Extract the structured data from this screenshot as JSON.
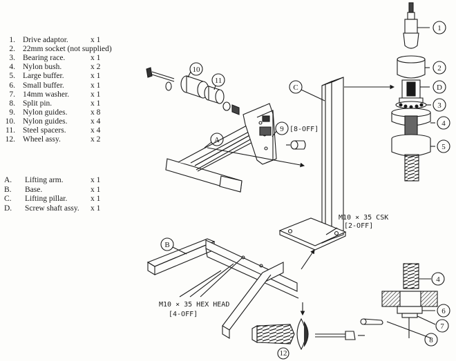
{
  "parts_list": [
    {
      "num": "1.",
      "name": "Drive adaptor.",
      "qty": "x 1"
    },
    {
      "num": "2.",
      "name": "22mm socket (not supplied)",
      "qty": ""
    },
    {
      "num": "3.",
      "name": "Bearing race.",
      "qty": "x 1"
    },
    {
      "num": "4.",
      "name": "Nylon bush.",
      "qty": "x 2"
    },
    {
      "num": "5.",
      "name": "Large buffer.",
      "qty": "x 1"
    },
    {
      "num": "6.",
      "name": "Small buffer.",
      "qty": "x 1"
    },
    {
      "num": "7.",
      "name": "14mm washer.",
      "qty": "x 1"
    },
    {
      "num": "8.",
      "name": "Split pin.",
      "qty": "x 1"
    },
    {
      "num": "9.",
      "name": "Nylon guides.",
      "qty": "x 8"
    },
    {
      "num": "10.",
      "name": "Nylon guides.",
      "qty": "x 4"
    },
    {
      "num": "11.",
      "name": "Steel spacers.",
      "qty": "x 4"
    },
    {
      "num": "12.",
      "name": "Wheel assy.",
      "qty": "x 2"
    }
  ],
  "assemblies_list": [
    {
      "letter": "A.",
      "name": "Lifting arm.",
      "qty": "x 1"
    },
    {
      "letter": "B.",
      "name": "Base.",
      "qty": "x 1"
    },
    {
      "letter": "C.",
      "name": "Lifting pillar.",
      "qty": "x 1"
    },
    {
      "letter": "D.",
      "name": "Screw shaft assy.",
      "qty": "x 1"
    }
  ],
  "callouts": {
    "c1": "1",
    "c2": "2",
    "cD": "D",
    "c3": "3",
    "c4": "4",
    "c5": "5",
    "c10": "10",
    "c11": "11",
    "c9": "9",
    "cA": "A",
    "cC": "C",
    "cB": "B",
    "c4b": "4",
    "c6": "6",
    "c7": "7",
    "c8": "8",
    "c12": "12"
  },
  "notes": {
    "pin_count": "[8-OFF]",
    "csk_line1": "M10 × 35 CSK",
    "csk_line2": "[2-OFF]",
    "hex_line1": "M10 × 35 HEX HEAD",
    "hex_line2": "[4-OFF]"
  },
  "colors": {
    "ink": "#1a1a1a",
    "paper": "#fdfdfb",
    "shade": "#3a3a3a"
  }
}
